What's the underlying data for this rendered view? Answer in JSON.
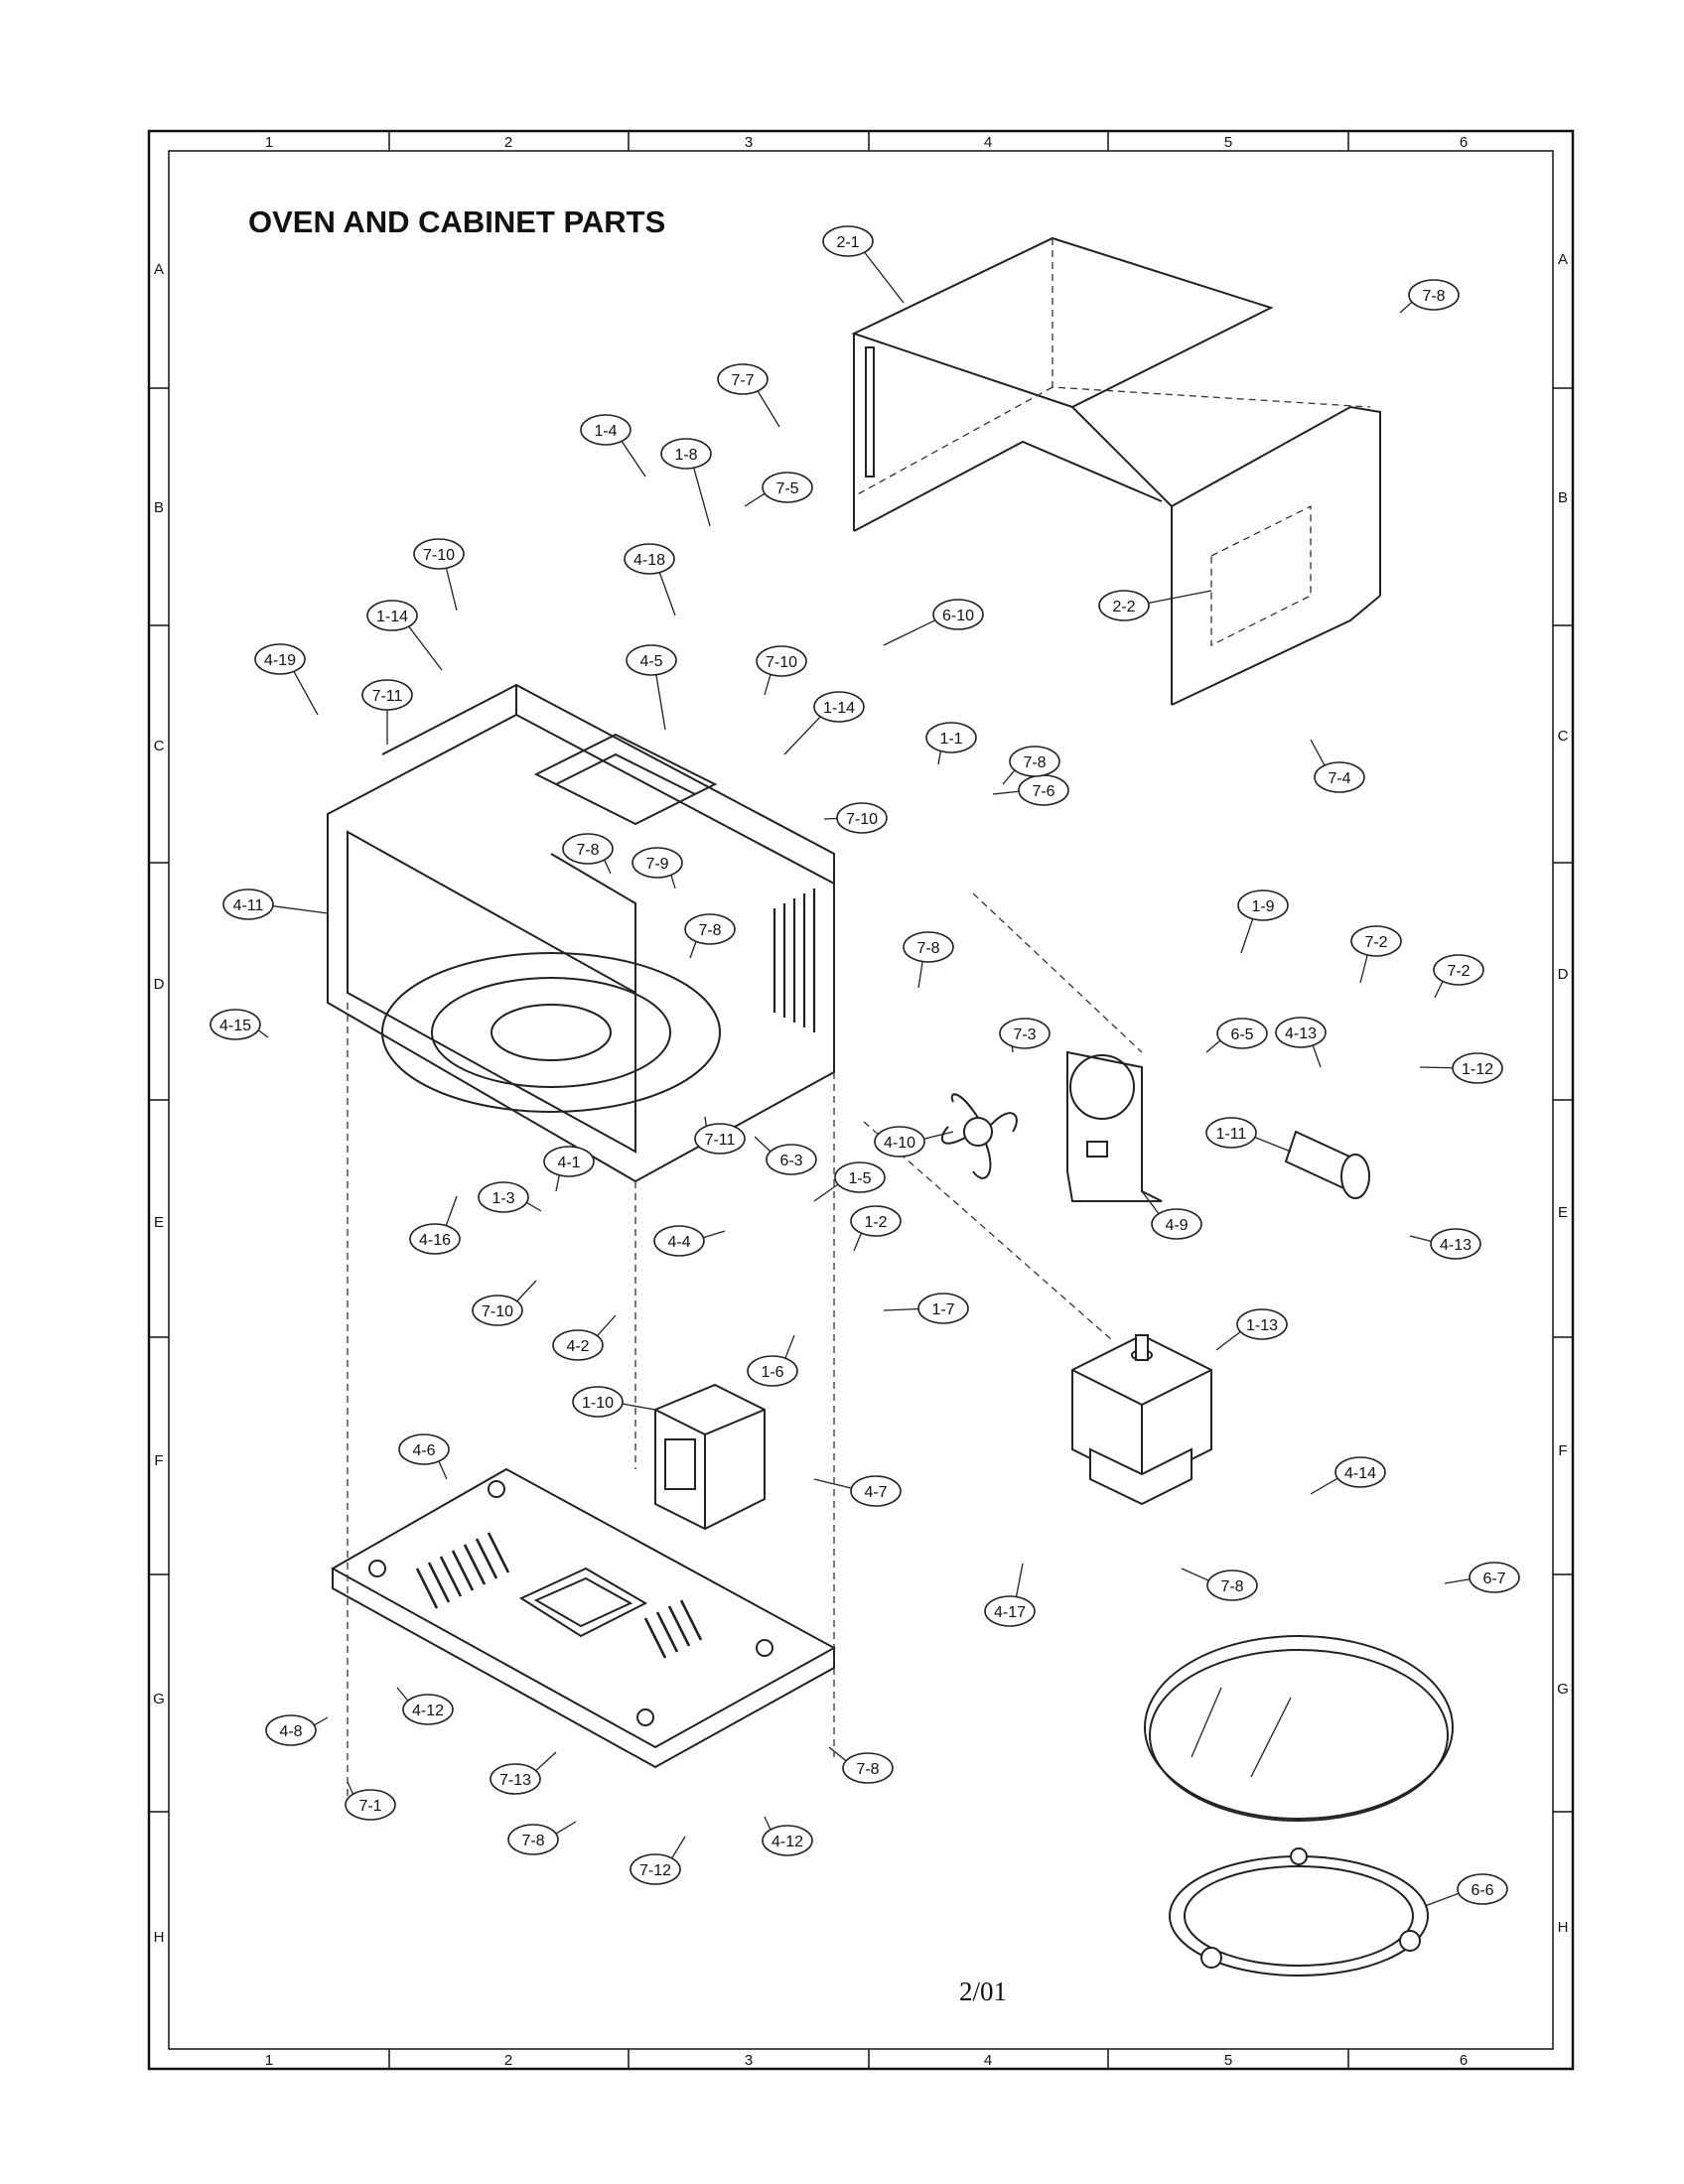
{
  "title": "OVEN AND CABINET PARTS",
  "page_label": "2/01",
  "zones": {
    "columns": [
      "1",
      "2",
      "3",
      "4",
      "5",
      "6"
    ],
    "rows": [
      "A",
      "B",
      "C",
      "D",
      "E",
      "F",
      "G",
      "H"
    ]
  },
  "callouts": [
    "2-1",
    "7-8",
    "7-7",
    "1-4",
    "1-8",
    "7-5",
    "2-2",
    "7-10",
    "4-18",
    "6-10",
    "1-14",
    "4-19",
    "7-11",
    "4-5",
    "7-10",
    "1-14",
    "1-1",
    "7-6",
    "7-4",
    "7-8",
    "7-10",
    "7-8",
    "7-9",
    "4-11",
    "7-8",
    "7-8",
    "1-9",
    "7-2",
    "7-2",
    "4-15",
    "4-13",
    "6-5",
    "7-3",
    "1-12",
    "4-10",
    "7-11",
    "6-3",
    "1-11",
    "4-1",
    "1-5",
    "1-3",
    "4-16",
    "4-4",
    "1-2",
    "4-9",
    "4-13",
    "7-10",
    "4-2",
    "1-7",
    "1-6",
    "1-13",
    "1-10",
    "4-6",
    "4-7",
    "4-14",
    "7-8",
    "4-17",
    "6-7",
    "4-8",
    "4-12",
    "7-8",
    "7-13",
    "7-1",
    "7-8",
    "7-12",
    "4-12",
    "6-6"
  ]
}
